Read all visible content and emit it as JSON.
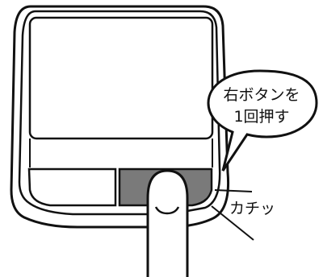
{
  "callout": {
    "line1": "右ボタンを",
    "line2": "1回押す"
  },
  "sound_effect": "カチッ",
  "colors": {
    "outline": "#111111",
    "touchpad_body": "#ffffff",
    "right_button_pressed": "#7a7a7a",
    "background": "#ffffff"
  },
  "icons": {
    "finger": "finger-pressing-icon"
  }
}
